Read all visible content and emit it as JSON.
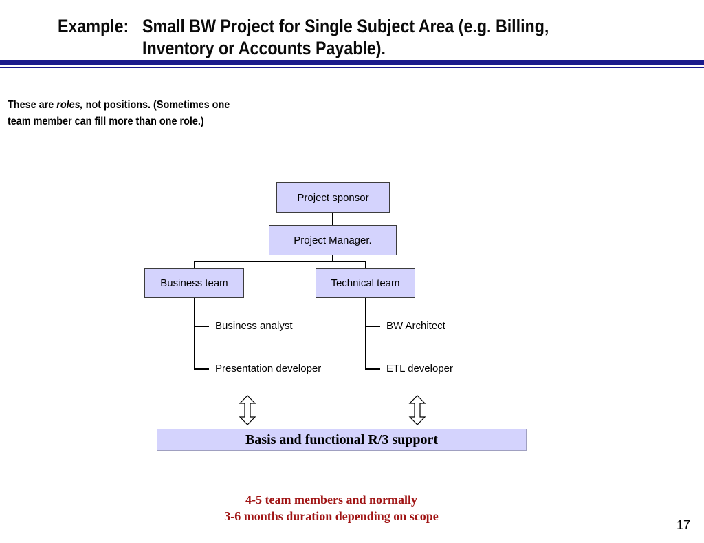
{
  "header": {
    "prefix": "Example:",
    "title_line1": "Small BW Project for Single Subject Area (e.g. Billing,",
    "title_line2": "Inventory or Accounts Payable)."
  },
  "intro": {
    "text_before": "These are ",
    "text_italic": "roles,",
    "text_after_line1": " not positions.  (Sometimes one",
    "text_line2": "team member can fill more than one role.)"
  },
  "org_chart": {
    "sponsor": "Project sponsor",
    "manager": "Project Manager.",
    "business_team": {
      "label": "Business team",
      "members": [
        "Business analyst",
        "Presentation developer"
      ]
    },
    "technical_team": {
      "label": "Technical team",
      "members": [
        "BW Architect",
        "ETL developer"
      ]
    }
  },
  "support": "Basis and functional R/3 support",
  "note": {
    "line1": "4-5 team members and normally",
    "line2": "3-6 months duration depending on scope"
  },
  "page_number": "17",
  "colors": {
    "box_fill": "#d4d3fd",
    "rule": "#1a1a8c",
    "note_text": "#a01414"
  }
}
